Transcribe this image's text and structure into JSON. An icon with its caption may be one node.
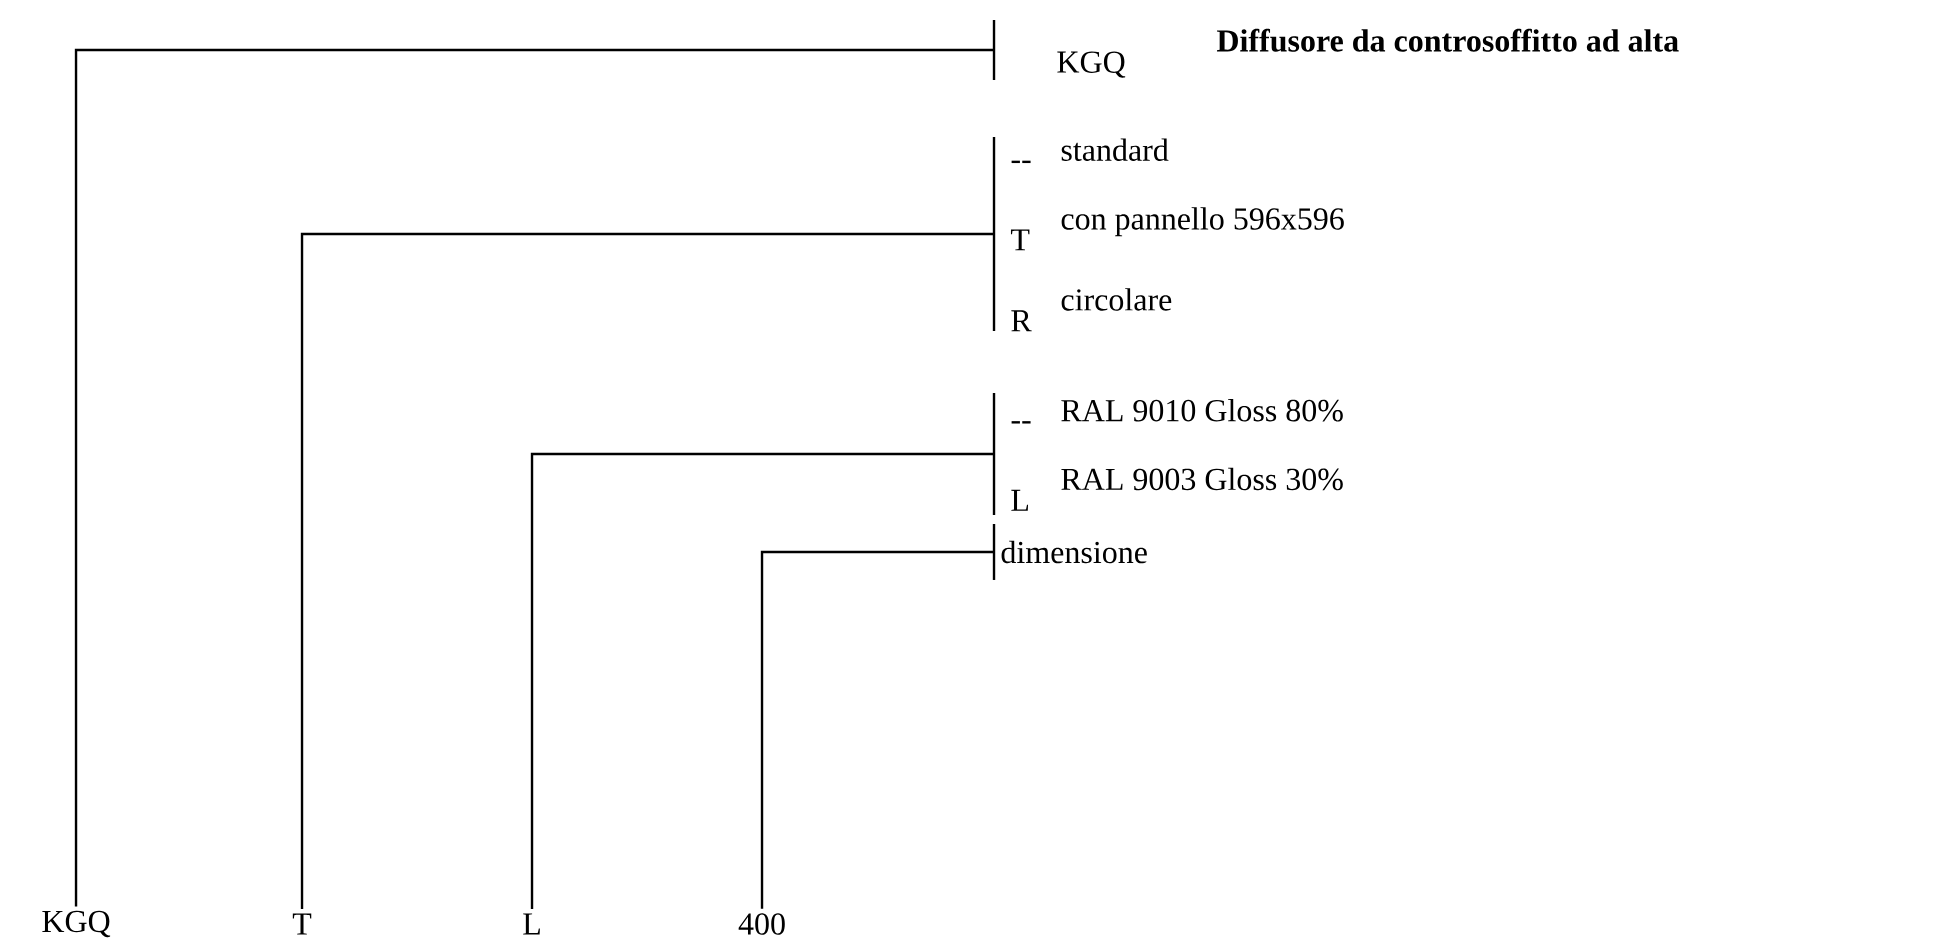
{
  "diagram": {
    "nodes": [
      {
        "text": [
          "KGQ"
        ]
      },
      {
        "text": [
          "T"
        ]
      },
      {
        "text": [
          "L"
        ]
      },
      {
        "text": [
          "400"
        ]
      },
      {
        "text": [
          "KGQ",
          "Diffusore da controsoffitto ad alta"
        ]
      },
      {
        "text": [
          "--",
          "standard",
          "T",
          "con pannello 596x596",
          "R",
          "circolare"
        ]
      },
      {
        "text": [
          "--",
          "RAL 9010 Gloss 80%",
          "L",
          "RAL 9003 Gloss 30%"
        ]
      },
      {
        "text": [
          "dimensione"
        ]
      }
    ],
    "edges": [
      {
        "from": 0,
        "to": 4,
        "arrow": "none"
      },
      {
        "from": 1,
        "to": 5,
        "arrow": "none"
      },
      {
        "from": 2,
        "to": 6,
        "arrow": "none"
      },
      {
        "from": 3,
        "to": 7,
        "arrow": "none"
      }
    ]
  }
}
